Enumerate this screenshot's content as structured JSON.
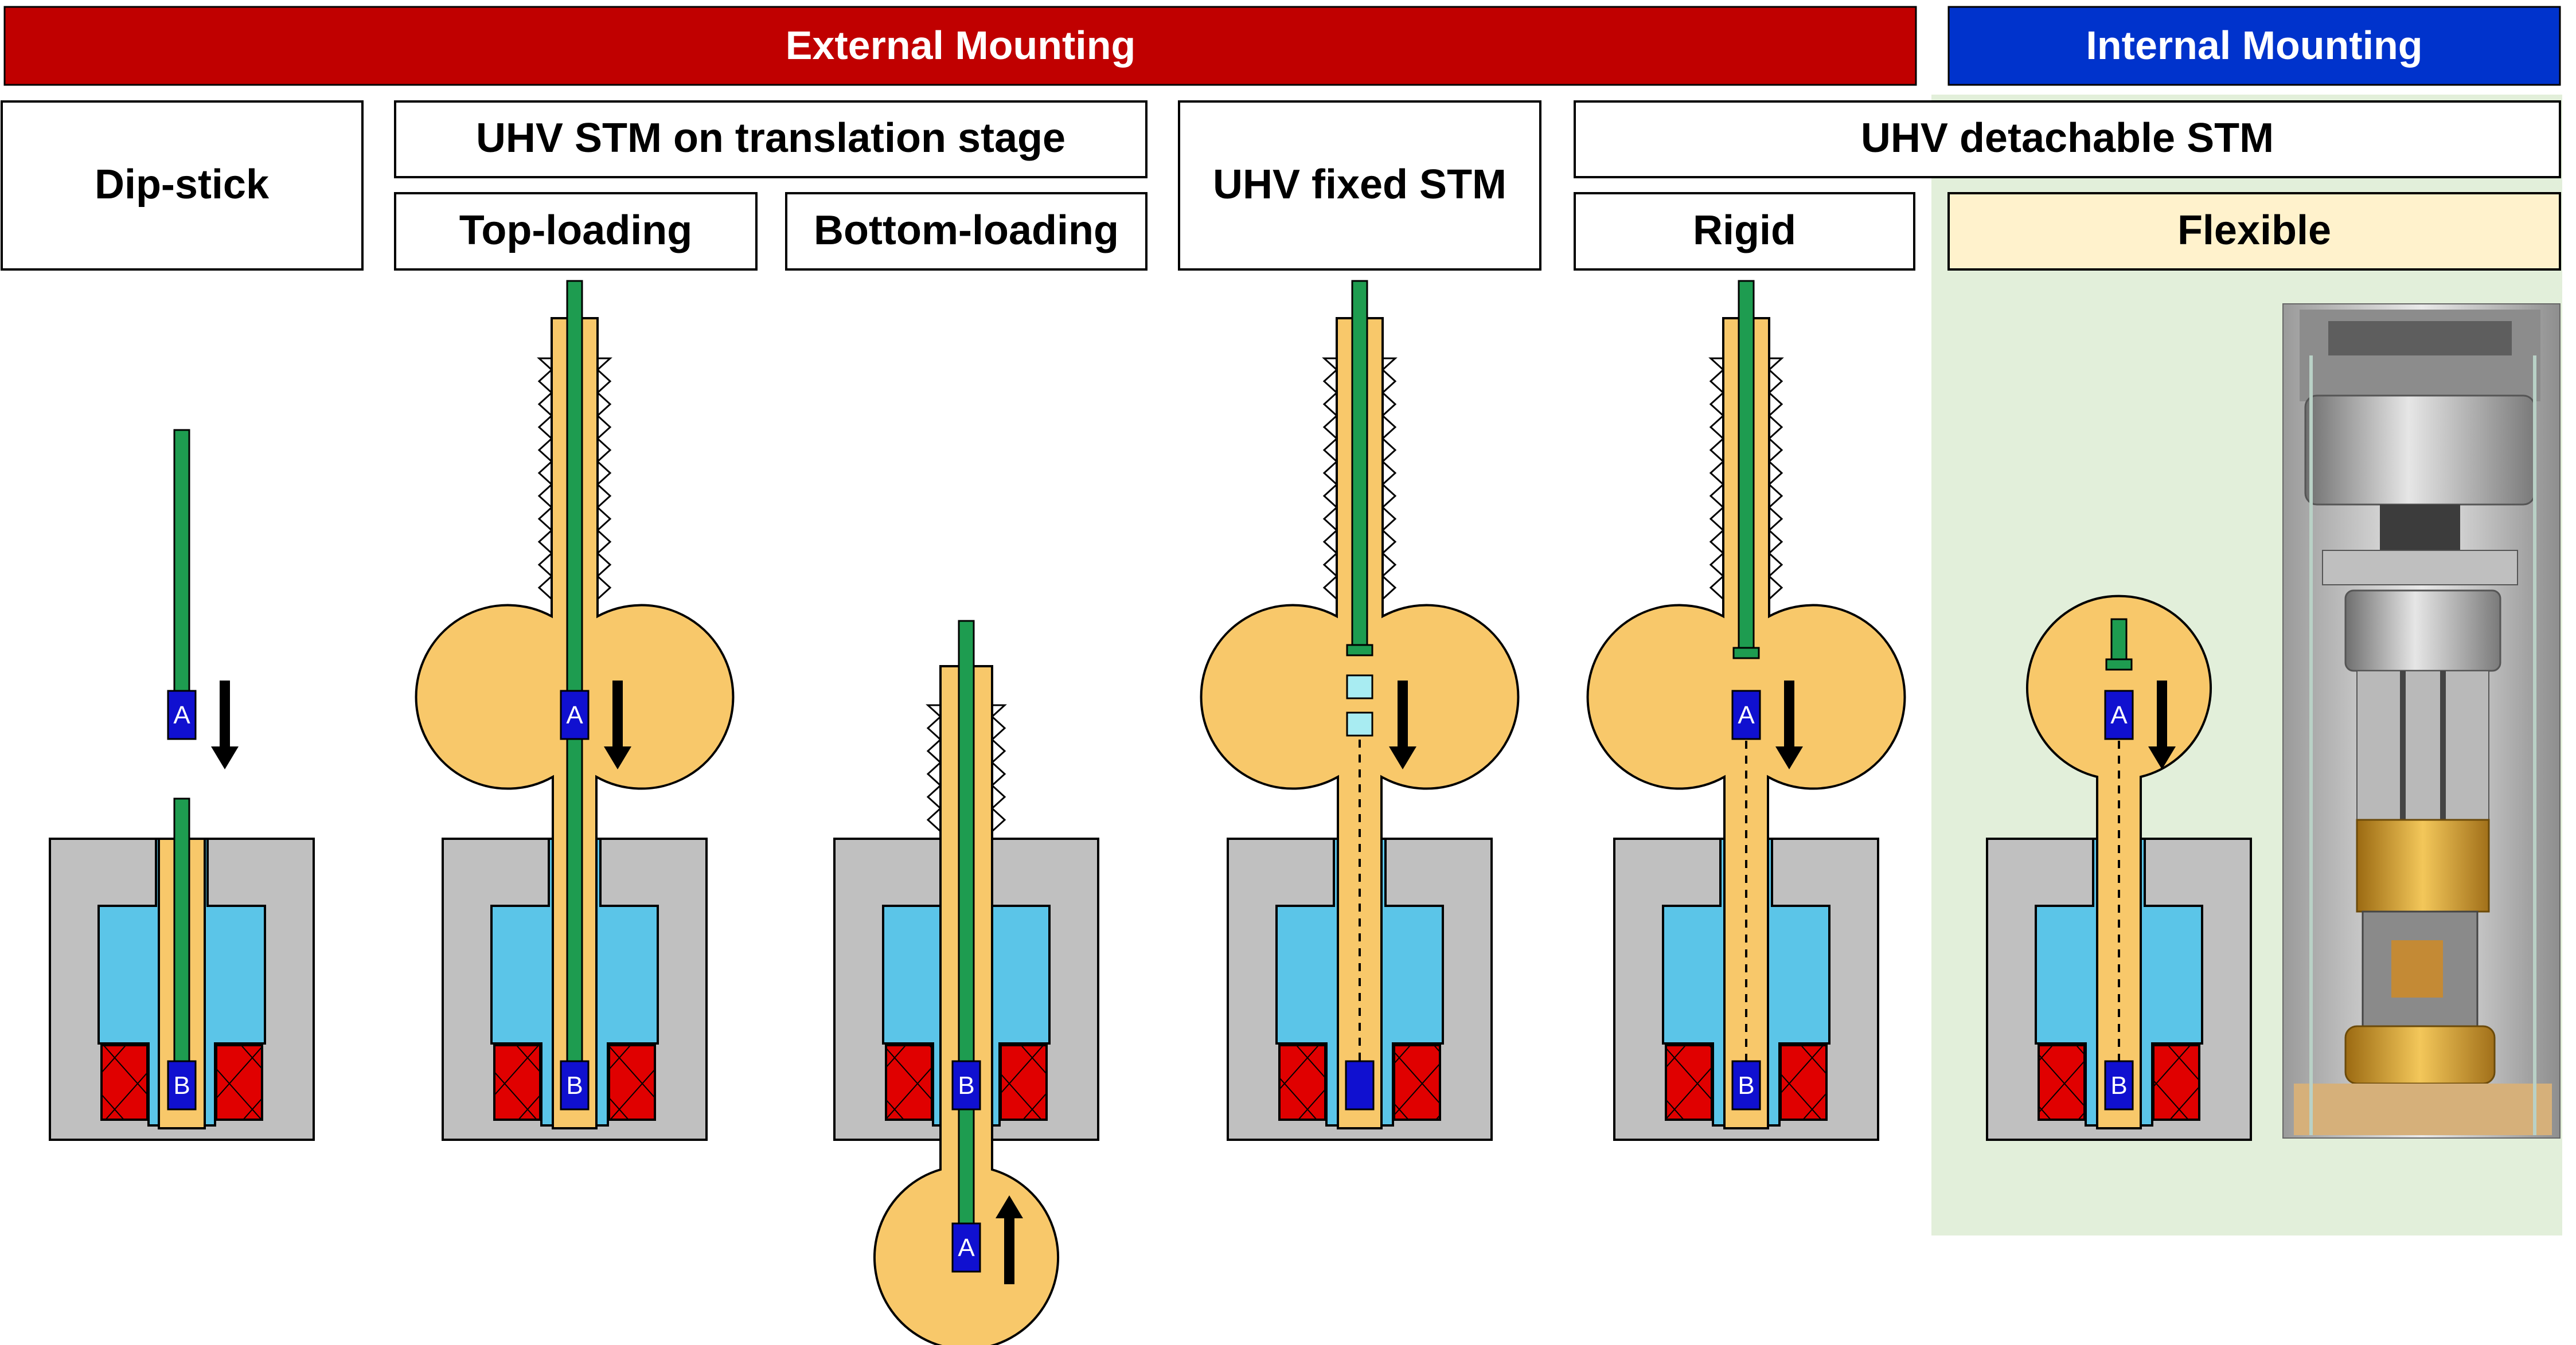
{
  "banners": {
    "external": "External Mounting",
    "internal": "Internal Mounting"
  },
  "headers": {
    "dipstick": "Dip-stick",
    "translation_stage": "UHV STM on translation stage",
    "top_loading": "Top-loading",
    "bottom_loading": "Bottom-loading",
    "fixed": "UHV fixed STM",
    "detachable": "UHV detachable STM",
    "rigid": "Rigid",
    "flexible": "Flexible"
  },
  "badges": {
    "a": "A",
    "b": "B"
  },
  "colors": {
    "external_banner": "#c00000",
    "internal_banner": "#0033cc",
    "internal_bg": "#e2efda",
    "flexible_bg": "#fff2cc",
    "chamber": "#f8c86a",
    "cryostat": "#c0c0c0",
    "cooling": "#5bc5e8",
    "magnet": "#e00000",
    "rod": "#1e9c50",
    "sample": "#1010d0",
    "connector": "#a8ecf2"
  },
  "icons": {
    "arrow_down": "arrow-down-icon",
    "arrow_up": "arrow-up-icon",
    "bellows": "bellows-icon",
    "photo": "stm-photo"
  }
}
